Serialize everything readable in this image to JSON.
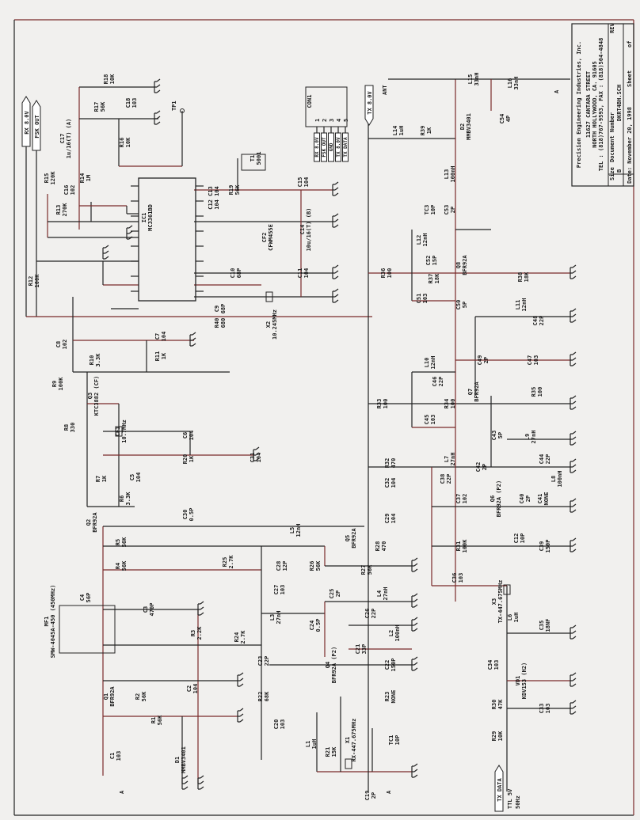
{
  "title_block": {
    "company": "Precision Engineering Industries, Inc.",
    "street": "11627 CANTARA STREET",
    "city": "NORTH HOLLYWOOD, CA. 91605",
    "phone": "TEL : (818)767-9593, FAX : (818)504-4848",
    "size_label": "Size",
    "size": "B",
    "doc_label": "Document Number",
    "doc": "DKRT4BH.SCH",
    "rev_label": "REV",
    "date": "Date: November 20, 1998",
    "sheet": "Sheet",
    "of": "of"
  },
  "ports": {
    "rx_vcc": "RX 8.0V",
    "fsk_out": "FSK OUT",
    "tx_vcc": "TX 8.0V",
    "ant": "ANT",
    "tp1": "TP1",
    "tx_data": "TX DATA",
    "ttl": "TTL 5V",
    "ttl_rate": "50Hz",
    "a_left": "A",
    "a_right": "A",
    "a_bottom": "A"
  },
  "connector": {
    "name": "CON1",
    "pins": [
      "1",
      "2",
      "3",
      "4",
      "5"
    ],
    "signals": [
      "RX 8.0V",
      "FSK OUT",
      "GND",
      "TX 8.0V",
      "TX DATA"
    ]
  },
  "components": [
    {
      "ref": "R18",
      "value": "10K"
    },
    {
      "ref": "R17",
      "value": "56K"
    },
    {
      "ref": "C18",
      "value": "103"
    },
    {
      "ref": "C17",
      "value": "1u/16(T) (A)"
    },
    {
      "ref": "R16",
      "value": "10K"
    },
    {
      "ref": "IC1",
      "value": "MC3361BD"
    },
    {
      "ref": "R15",
      "value": "120K"
    },
    {
      "ref": "R14",
      "value": "1M"
    },
    {
      "ref": "C16",
      "value": "102"
    },
    {
      "ref": "R13",
      "value": "270K"
    },
    {
      "ref": "T1",
      "value": "5001"
    },
    {
      "ref": "R19",
      "value": "56K"
    },
    {
      "ref": "C15",
      "value": "104"
    },
    {
      "ref": "C12 C13",
      "value": "104 104"
    },
    {
      "ref": "CF2",
      "value": "CFWM455E"
    },
    {
      "ref": "C14",
      "value": "10u/16(T) (B)"
    },
    {
      "ref": "C10",
      "value": "68P"
    },
    {
      "ref": "C11",
      "value": "104"
    },
    {
      "ref": "R12",
      "value": "100K"
    },
    {
      "ref": "C9",
      "value": "68P"
    },
    {
      "ref": "X2",
      "value": "10.245MHz"
    },
    {
      "ref": "R40",
      "value": "680"
    },
    {
      "ref": "C8",
      "value": "102"
    },
    {
      "ref": "C7",
      "value": "104"
    },
    {
      "ref": "R10",
      "value": "3.3K"
    },
    {
      "ref": "R11",
      "value": "1K"
    },
    {
      "ref": "R9",
      "value": "100K"
    },
    {
      "ref": "Q3",
      "value": "KTC3882 (CF)"
    },
    {
      "ref": "R8",
      "value": "330"
    },
    {
      "ref": "CF1",
      "value": "10.7MHz"
    },
    {
      "ref": "C6",
      "value": "104"
    },
    {
      "ref": "R20",
      "value": "1K"
    },
    {
      "ref": "C31",
      "value": "104"
    },
    {
      "ref": "R7",
      "value": "1K"
    },
    {
      "ref": "C5",
      "value": "104"
    },
    {
      "ref": "R6",
      "value": "3.3K"
    },
    {
      "ref": "Q2",
      "value": "BFR92A"
    },
    {
      "ref": "C30",
      "value": "0.5P"
    },
    {
      "ref": "R5",
      "value": "56K"
    },
    {
      "ref": "L5",
      "value": "12nH"
    },
    {
      "ref": "Q5",
      "value": "BFR92A"
    },
    {
      "ref": "C29",
      "value": "104"
    },
    {
      "ref": "R4",
      "value": "56K"
    },
    {
      "ref": "R25",
      "value": "2.7K"
    },
    {
      "ref": "C28",
      "value": "12P"
    },
    {
      "ref": "R26",
      "value": "56K"
    },
    {
      "ref": "R28",
      "value": "470"
    },
    {
      "ref": "R27",
      "value": "56K"
    },
    {
      "ref": "C27",
      "value": "103"
    },
    {
      "ref": "C4",
      "value": "56P"
    },
    {
      "ref": "C25",
      "value": "2P"
    },
    {
      "ref": "L4",
      "value": "27nH"
    },
    {
      "ref": "C3",
      "value": "470P"
    },
    {
      "ref": "MF1",
      "value": "SMW-4045A-450 (450MHz)"
    },
    {
      "ref": "L3",
      "value": "27nH"
    },
    {
      "ref": "C26",
      "value": "22P"
    },
    {
      "ref": "C24",
      "value": "0.5P"
    },
    {
      "ref": "R3",
      "value": "2.2K"
    },
    {
      "ref": "R24",
      "value": "2.7K"
    },
    {
      "ref": "L2",
      "value": "100nH"
    },
    {
      "ref": "C23",
      "value": "22P"
    },
    {
      "ref": "Q4",
      "value": "BFR92A (P2)"
    },
    {
      "ref": "C21",
      "value": "33P"
    },
    {
      "ref": "C22",
      "value": "150P"
    },
    {
      "ref": "Q1",
      "value": "BFR92A"
    },
    {
      "ref": "R2",
      "value": "56K"
    },
    {
      "ref": "C2",
      "value": "104"
    },
    {
      "ref": "R22",
      "value": "68K"
    },
    {
      "ref": "R23",
      "value": "NONE"
    },
    {
      "ref": "C20",
      "value": "103"
    },
    {
      "ref": "R1",
      "value": "56K"
    },
    {
      "ref": "L1",
      "value": "1uH"
    },
    {
      "ref": "R21",
      "value": "15K"
    },
    {
      "ref": "X1",
      "value": "RX-447.675MHz"
    },
    {
      "ref": "TC1",
      "value": "10P"
    },
    {
      "ref": "C1",
      "value": "103"
    },
    {
      "ref": "D1",
      "value": "MMBV3401"
    },
    {
      "ref": "C19",
      "value": "2P"
    },
    {
      "ref": "L15",
      "value": "33nH"
    },
    {
      "ref": "L16",
      "value": "33nH"
    },
    {
      "ref": "D2",
      "value": "MMBV3401"
    },
    {
      "ref": "C54",
      "value": "4P"
    },
    {
      "ref": "L14",
      "value": "1uH"
    },
    {
      "ref": "R39",
      "value": "1K"
    },
    {
      "ref": "L13",
      "value": "100nH"
    },
    {
      "ref": "TC3",
      "value": "10P"
    },
    {
      "ref": "C53",
      "value": "2P"
    },
    {
      "ref": "L12",
      "value": "12nH"
    },
    {
      "ref": "C52",
      "value": "15P"
    },
    {
      "ref": "Q8",
      "value": "BFR92A"
    },
    {
      "ref": "R36",
      "value": "100"
    },
    {
      "ref": "R37",
      "value": "18K"
    },
    {
      "ref": "R38",
      "value": "18K"
    },
    {
      "ref": "C51",
      "value": "103"
    },
    {
      "ref": "C50",
      "value": "5P"
    },
    {
      "ref": "L11",
      "value": "12nH"
    },
    {
      "ref": "C48",
      "value": "22P"
    },
    {
      "ref": "C49",
      "value": "2P"
    },
    {
      "ref": "C47",
      "value": "103"
    },
    {
      "ref": "L10",
      "value": "12nH"
    },
    {
      "ref": "C46",
      "value": "22P"
    },
    {
      "ref": "Q7",
      "value": "BFR92A"
    },
    {
      "ref": "R35",
      "value": "100"
    },
    {
      "ref": "R33",
      "value": "100"
    },
    {
      "ref": "R34",
      "value": "100"
    },
    {
      "ref": "C45",
      "value": "103"
    },
    {
      "ref": "C43",
      "value": "5P"
    },
    {
      "ref": "L9",
      "value": "27nH"
    },
    {
      "ref": "C44",
      "value": "22P"
    },
    {
      "ref": "R32",
      "value": "470"
    },
    {
      "ref": "C32",
      "value": "104"
    },
    {
      "ref": "L7",
      "value": "27nH"
    },
    {
      "ref": "C38",
      "value": "22P"
    },
    {
      "ref": "C42",
      "value": "2P"
    },
    {
      "ref": "L8",
      "value": "100nH"
    },
    {
      "ref": "C37",
      "value": "102"
    },
    {
      "ref": "Q6",
      "value": "BFR92A (P2)"
    },
    {
      "ref": "C40",
      "value": "2P"
    },
    {
      "ref": "C41",
      "value": "NONE"
    },
    {
      "ref": "R31",
      "value": "100K"
    },
    {
      "ref": "C12",
      "value": "10P"
    },
    {
      "ref": "C39",
      "value": "150P"
    },
    {
      "ref": "C36",
      "value": "103"
    },
    {
      "ref": "X3",
      "value": "TX-447.675MHz"
    },
    {
      "ref": "L6",
      "value": "1uH"
    },
    {
      "ref": "C35",
      "value": "18NF"
    },
    {
      "ref": "C34",
      "value": "103"
    },
    {
      "ref": "VD1",
      "value": "KDV153 (H2)"
    },
    {
      "ref": "R30",
      "value": "47K"
    },
    {
      "ref": "C33",
      "value": "103"
    },
    {
      "ref": "R29",
      "value": "10K"
    }
  ]
}
